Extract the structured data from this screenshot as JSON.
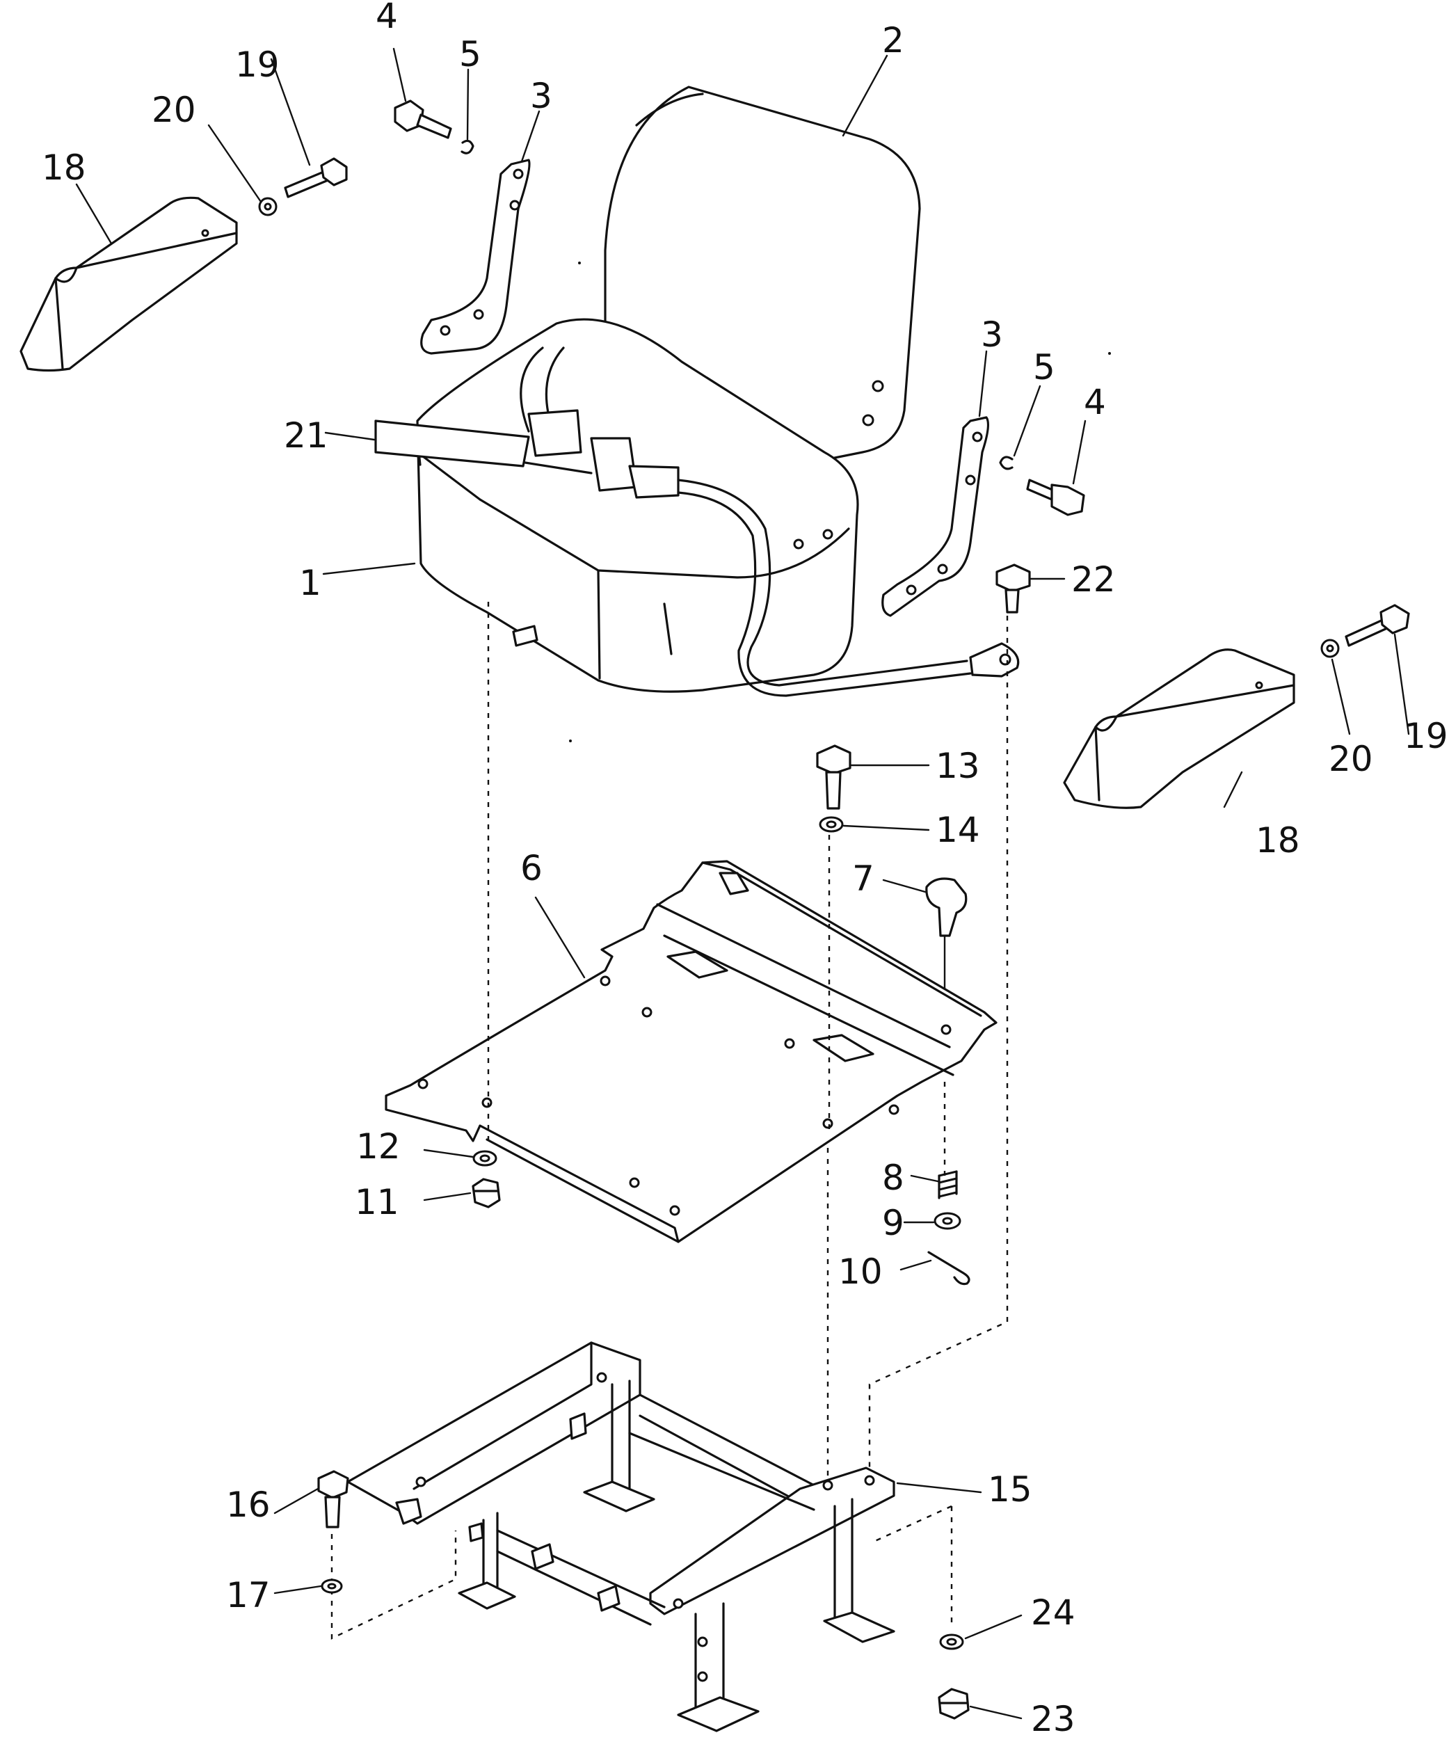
{
  "callouts": [
    {
      "id": "c1",
      "text": "1"
    },
    {
      "id": "c2",
      "text": "2"
    },
    {
      "id": "c3a",
      "text": "3"
    },
    {
      "id": "c3b",
      "text": "3"
    },
    {
      "id": "c4a",
      "text": "4"
    },
    {
      "id": "c4b",
      "text": "4"
    },
    {
      "id": "c5a",
      "text": "5"
    },
    {
      "id": "c5b",
      "text": "5"
    },
    {
      "id": "c6",
      "text": "6"
    },
    {
      "id": "c7",
      "text": "7"
    },
    {
      "id": "c8",
      "text": "8"
    },
    {
      "id": "c9",
      "text": "9"
    },
    {
      "id": "c10",
      "text": "10"
    },
    {
      "id": "c11",
      "text": "11"
    },
    {
      "id": "c12",
      "text": "12"
    },
    {
      "id": "c13",
      "text": "13"
    },
    {
      "id": "c14",
      "text": "14"
    },
    {
      "id": "c15",
      "text": "15"
    },
    {
      "id": "c16",
      "text": "16"
    },
    {
      "id": "c17",
      "text": "17"
    },
    {
      "id": "c18a",
      "text": "18"
    },
    {
      "id": "c18b",
      "text": "18"
    },
    {
      "id": "c19a",
      "text": "19"
    },
    {
      "id": "c19b",
      "text": "19"
    },
    {
      "id": "c20a",
      "text": "20"
    },
    {
      "id": "c20b",
      "text": "20"
    },
    {
      "id": "c21",
      "text": "21"
    },
    {
      "id": "c22",
      "text": "22"
    },
    {
      "id": "c23",
      "text": "23"
    },
    {
      "id": "c24",
      "text": "24"
    }
  ]
}
